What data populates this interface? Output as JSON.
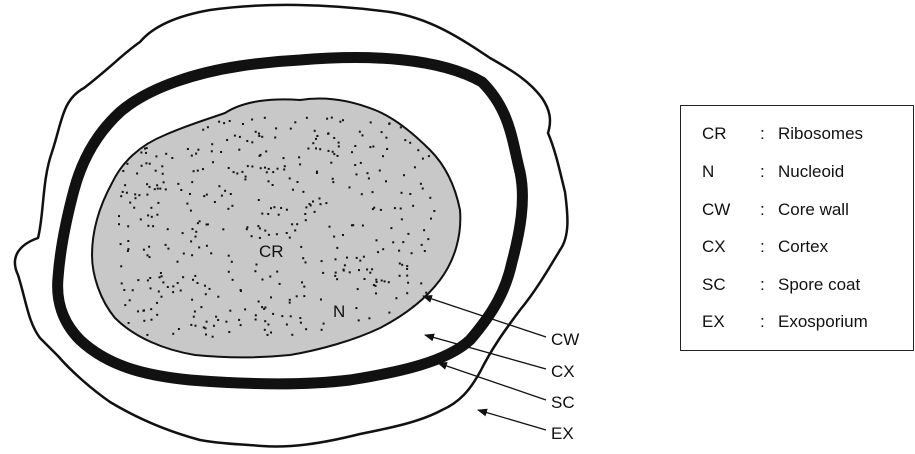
{
  "diagram": {
    "colors": {
      "stroke": "#111111",
      "core_fill": "#c8c8c8",
      "dot": "#111111"
    },
    "core_labels": {
      "ribosomes": "CR",
      "nucleoid": "N"
    },
    "pointer_labels": {
      "core_wall": "CW",
      "cortex": "CX",
      "spore_coat": "SC",
      "exosporium": "EX"
    }
  },
  "legend": {
    "separator": ":",
    "items": [
      {
        "code": "CR",
        "description": "Ribosomes"
      },
      {
        "code": "N",
        "description": "Nucleoid"
      },
      {
        "code": "CW",
        "description": "Core wall"
      },
      {
        "code": "CX",
        "description": "Cortex"
      },
      {
        "code": "SC",
        "description": "Spore coat"
      },
      {
        "code": "EX",
        "description": "Exosporium"
      }
    ]
  }
}
